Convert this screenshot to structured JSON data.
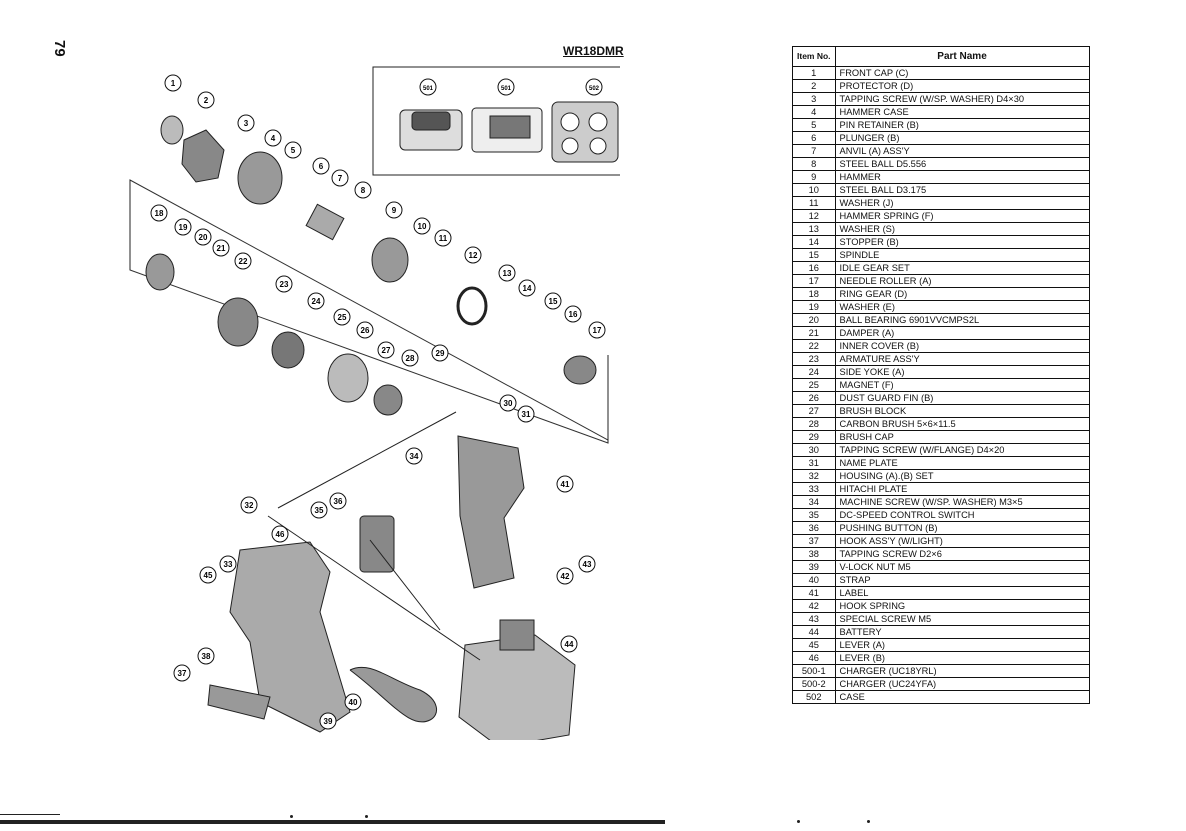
{
  "page_number": "79",
  "model": "WR18DMR",
  "table": {
    "header_no": "Item No.",
    "header_name": "Part Name",
    "rows": [
      {
        "no": "1",
        "name": "FRONT CAP (C)"
      },
      {
        "no": "2",
        "name": "PROTECTOR (D)"
      },
      {
        "no": "3",
        "name": "TAPPING SCREW (W/SP. WASHER) D4×30"
      },
      {
        "no": "4",
        "name": "HAMMER CASE"
      },
      {
        "no": "5",
        "name": "PIN RETAINER (B)"
      },
      {
        "no": "6",
        "name": "PLUNGER (B)"
      },
      {
        "no": "7",
        "name": "ANVIL (A) ASS'Y"
      },
      {
        "no": "8",
        "name": "STEEL BALL D5.556"
      },
      {
        "no": "9",
        "name": "HAMMER"
      },
      {
        "no": "10",
        "name": "STEEL BALL D3.175"
      },
      {
        "no": "11",
        "name": "WASHER (J)"
      },
      {
        "no": "12",
        "name": "HAMMER SPRING (F)"
      },
      {
        "no": "13",
        "name": "WASHER (S)"
      },
      {
        "no": "14",
        "name": "STOPPER (B)"
      },
      {
        "no": "15",
        "name": "SPINDLE"
      },
      {
        "no": "16",
        "name": "IDLE GEAR SET"
      },
      {
        "no": "17",
        "name": "NEEDLE ROLLER (A)"
      },
      {
        "no": "18",
        "name": "RING GEAR (D)"
      },
      {
        "no": "19",
        "name": "WASHER (E)"
      },
      {
        "no": "20",
        "name": "BALL BEARING 6901VVCMPS2L"
      },
      {
        "no": "21",
        "name": "DAMPER (A)"
      },
      {
        "no": "22",
        "name": "INNER COVER (B)"
      },
      {
        "no": "23",
        "name": "ARMATURE ASS'Y"
      },
      {
        "no": "24",
        "name": "SIDE YOKE (A)"
      },
      {
        "no": "25",
        "name": "MAGNET (F)"
      },
      {
        "no": "26",
        "name": "DUST GUARD FIN (B)"
      },
      {
        "no": "27",
        "name": "BRUSH BLOCK"
      },
      {
        "no": "28",
        "name": "CARBON BRUSH 5×6×11.5"
      },
      {
        "no": "29",
        "name": "BRUSH CAP"
      },
      {
        "no": "30",
        "name": "TAPPING SCREW (W/FLANGE) D4×20"
      },
      {
        "no": "31",
        "name": "NAME PLATE"
      },
      {
        "no": "32",
        "name": "HOUSING (A).(B) SET"
      },
      {
        "no": "33",
        "name": "HITACHI PLATE"
      },
      {
        "no": "34",
        "name": "MACHINE SCREW (W/SP. WASHER) M3×5"
      },
      {
        "no": "35",
        "name": "DC-SPEED CONTROL SWITCH"
      },
      {
        "no": "36",
        "name": "PUSHING BUTTON (B)"
      },
      {
        "no": "37",
        "name": "HOOK ASS'Y (W/LIGHT)"
      },
      {
        "no": "38",
        "name": "TAPPING SCREW D2×6"
      },
      {
        "no": "39",
        "name": "V-LOCK NUT M5"
      },
      {
        "no": "40",
        "name": "STRAP"
      },
      {
        "no": "41",
        "name": "LABEL"
      },
      {
        "no": "42",
        "name": "HOOK SPRING"
      },
      {
        "no": "43",
        "name": "SPECIAL SCREW M5"
      },
      {
        "no": "44",
        "name": "BATTERY"
      },
      {
        "no": "45",
        "name": "LEVER (A)"
      },
      {
        "no": "46",
        "name": "LEVER (B)"
      },
      {
        "no": "500-1",
        "name": "CHARGER (UC18YRL)"
      },
      {
        "no": "500-2",
        "name": "CHARGER (UC24YFA)"
      },
      {
        "no": "502",
        "name": "CASE"
      }
    ]
  },
  "callouts": [
    "1",
    "2",
    "3",
    "4",
    "5",
    "6",
    "7",
    "8",
    "9",
    "10",
    "11",
    "12",
    "13",
    "14",
    "15",
    "16",
    "17",
    "18",
    "19",
    "20",
    "21",
    "22",
    "23",
    "24",
    "25",
    "26",
    "27",
    "28",
    "29",
    "30",
    "31",
    "32",
    "33",
    "34",
    "35",
    "36",
    "37",
    "38",
    "39",
    "40",
    "41",
    "42",
    "43",
    "44",
    "45",
    "46",
    "501",
    "502"
  ]
}
